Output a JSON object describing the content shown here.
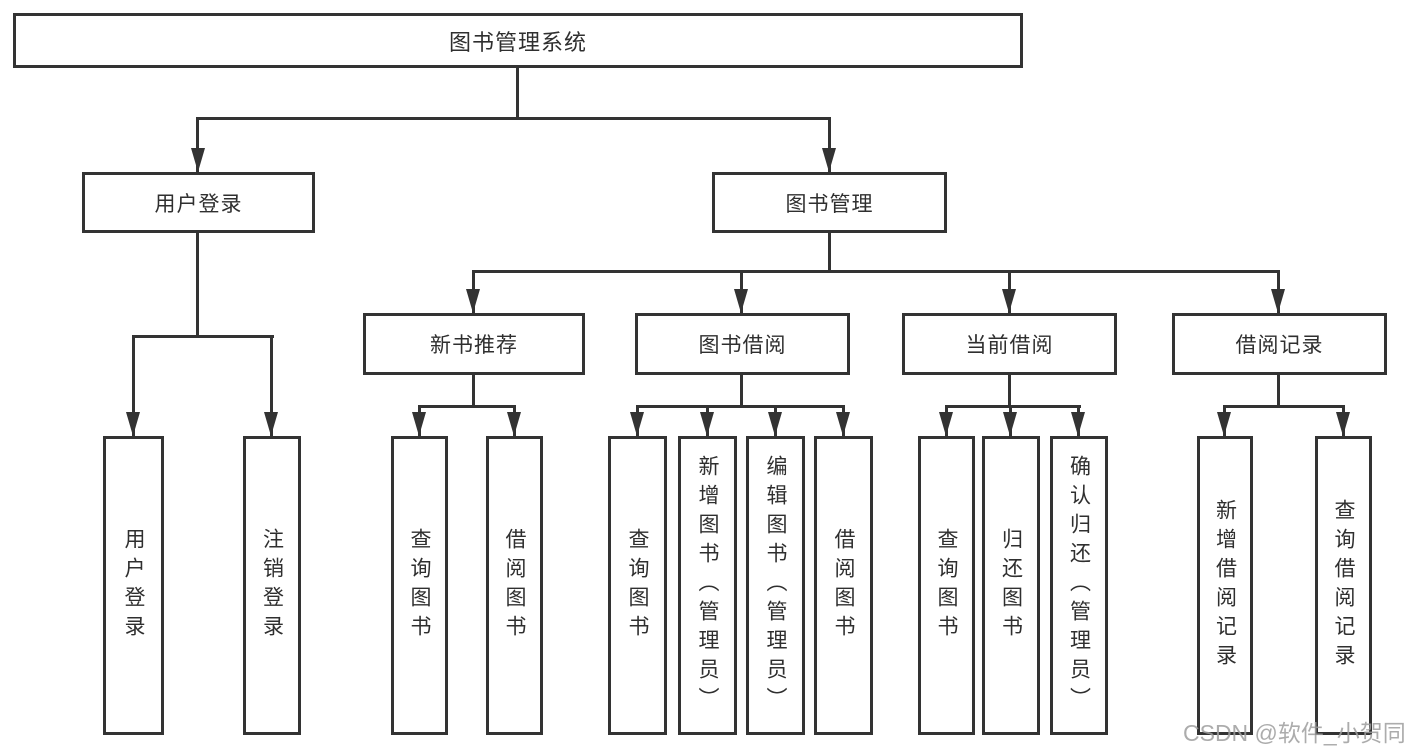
{
  "diagram": {
    "title": "图书管理系统",
    "root": {
      "label": "图书管理系统"
    },
    "level2": [
      {
        "label": "用户登录"
      },
      {
        "label": "图书管理"
      }
    ],
    "level3": [
      {
        "label": "新书推荐"
      },
      {
        "label": "图书借阅"
      },
      {
        "label": "当前借阅"
      },
      {
        "label": "借阅记录"
      }
    ],
    "leaves": {
      "user_login": [
        "用户登录",
        "注销登录"
      ],
      "new_books": [
        "查询图书",
        "借阅图书"
      ],
      "book_borrow": [
        "查询图书",
        "新增图书（管理员）",
        "编辑图书（管理员）",
        "借阅图书"
      ],
      "current_borrow": [
        "查询图书",
        "归还图书",
        "确认归还（管理员）"
      ],
      "borrow_records": [
        "新增借阅记录",
        "查询借阅记录"
      ]
    }
  },
  "watermark": "CSDN @软件_小贺同学",
  "colors": {
    "line": "#333333",
    "text": "#2f2f2f",
    "watermark": "#9e9e9e",
    "background": "#ffffff"
  }
}
